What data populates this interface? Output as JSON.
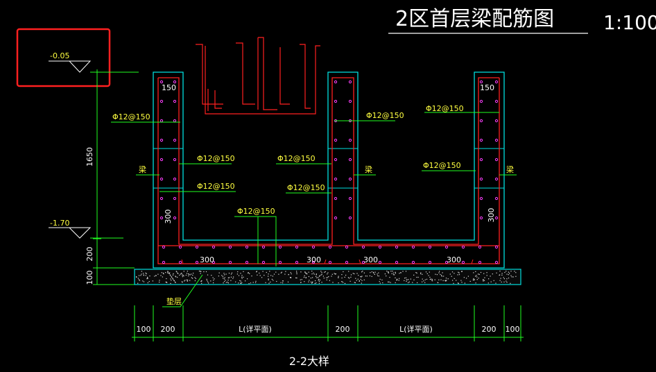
{
  "title": "2区首层梁配筋图",
  "scale": "1:100",
  "section_title": "2-2大样",
  "elevations": {
    "top": "-0.05",
    "bottom": "-1.70"
  },
  "rebar": {
    "r1": "Φ12@150",
    "r2": "Φ12@150",
    "r3": "Φ12@150",
    "r4": "Φ12@150",
    "r5": "Φ12@150",
    "r6": "Φ12@150",
    "r7": "Φ12@150",
    "r8": "Φ12@150",
    "r9": "Φ12@150"
  },
  "wall_dims": {
    "left_top": "150",
    "right_top": "150",
    "left_side": "300",
    "right_side": "300"
  },
  "slab_dims": {
    "d1": "300",
    "d2": "300",
    "d3": "300",
    "d4": "300"
  },
  "vertical_dims": {
    "height": "1650",
    "slab": "200",
    "cushion": "100"
  },
  "bottom_dims": {
    "d1": "100",
    "d2": "200",
    "d3": "L(详平面)",
    "d4": "200",
    "d5": "L(详平面)",
    "d6": "200",
    "d7": "100"
  },
  "labels": {
    "cushion": "垫层",
    "beam_left": "梁",
    "beam_mid": "梁",
    "beam_right": "梁"
  },
  "colors": {
    "cyan": "#00e0e0",
    "red": "#ff2020",
    "green": "#20ff20",
    "yellow": "#ffff40",
    "white": "#ffffff",
    "magenta": "#ff40ff"
  }
}
